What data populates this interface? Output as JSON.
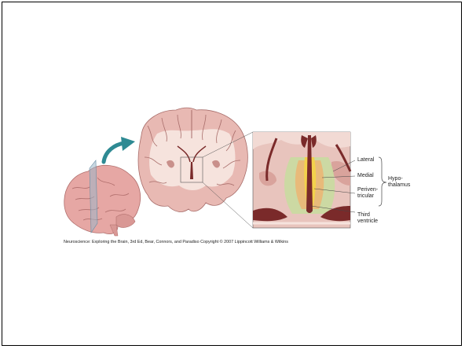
{
  "labels": {
    "lateral": "Lateral",
    "medial": "Medial",
    "periventricular_1": "Periven-",
    "periventricular_2": "tricular",
    "third_ventricle_1": "Third",
    "third_ventricle_2": "ventricle",
    "hypothalamus_1": "Hypo-",
    "hypothalamus_2": "thalamus"
  },
  "credit": "Neuroscience: Exploring the Brain, 3rd Ed, Bear, Connors, and Paradiso Copyright © 2007 Lippincott Williams & Wilkins",
  "colors": {
    "brain_tissue": "#e8b9b3",
    "white_matter": "#f6e3dd",
    "gyri_lines": "#a86d6a",
    "arrow": "#2e8a93",
    "ventricle": "#7a2a2a",
    "lateral_zone": "#c9dca0",
    "medial_zone": "#e9b878",
    "periventricular_zone": "#f3d24c",
    "plane": "#9bb7c8"
  }
}
